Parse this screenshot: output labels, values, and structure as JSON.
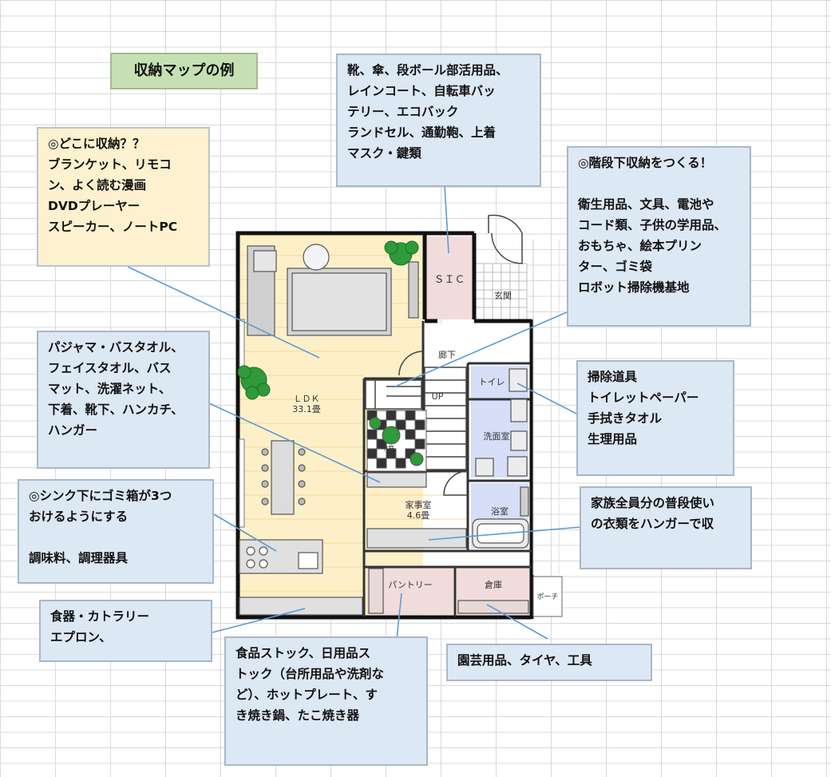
{
  "title": "収納マップの例",
  "notes": {
    "entrance": "靴、傘、段ボール部活用品、\nレインコート、自転車バッ\nテリー、エコバック\nランドセル、通勤鞄、上着\nマスク・鍵類",
    "ldk": "◎どこに収納？？\nブランケット、リモコ\nン、よく読む漫画\nDVDプレーヤー\nスピーカー、ノートPC",
    "stairs": "◎階段下収納をつくる！\n\n衛生用品、文具、電池や\nコード類、子供の学用品、\nおもちゃ、絵本プリン\nター、ゴミ袋\nロボット掃除機基地",
    "pajama": "パジャマ・バスタオル、\nフェイスタオル、バス\nマット、洗濯ネット、\n下着、靴下、ハンカチ、\nハンガー",
    "toilet": "掃除道具\nトイレットペーパー\n手拭きタオル\n生理用品",
    "sink": "◎シンク下にゴミ箱が3つ\nおけるようにする\n\n調味料、調理器具",
    "family": "家族全員分の普段使い\nの衣類をハンガーで収",
    "dishes": "食器・カトラリー\nエプロン、",
    "pantry": "食品ストック、日用品ス\nトック（台所用品や洗剤な\nど）、ホットプレート、す\nき焼き鍋、たこ焼き器",
    "garden": "園芸用品、タイヤ、工具"
  },
  "rooms": {
    "sic": "ＳＩＣ",
    "genkan": "玄関",
    "rouka": "廊下",
    "toilet": "トイレ",
    "up": "UP",
    "ldk": "ＬＤＫ",
    "ldk_area": "33.1畳",
    "nakaniwa": "中庭",
    "senmen": "洗面室",
    "kaji": "家事室",
    "kaji_area": "4.6畳",
    "yokushitsu": "浴室",
    "pantry": "パントリー",
    "souko": "倉庫",
    "porch": "ポーチ"
  },
  "colors": {
    "box_bg": "#dde8f5",
    "box_yellow_bg": "#fdf1cf",
    "title_bg": "#c6e0b4",
    "ldk_floor": "#fdf0c8",
    "wet_room": "#d6def8",
    "storage_pink": "#f1dcdc",
    "leader_line": "#5b9bd5"
  }
}
